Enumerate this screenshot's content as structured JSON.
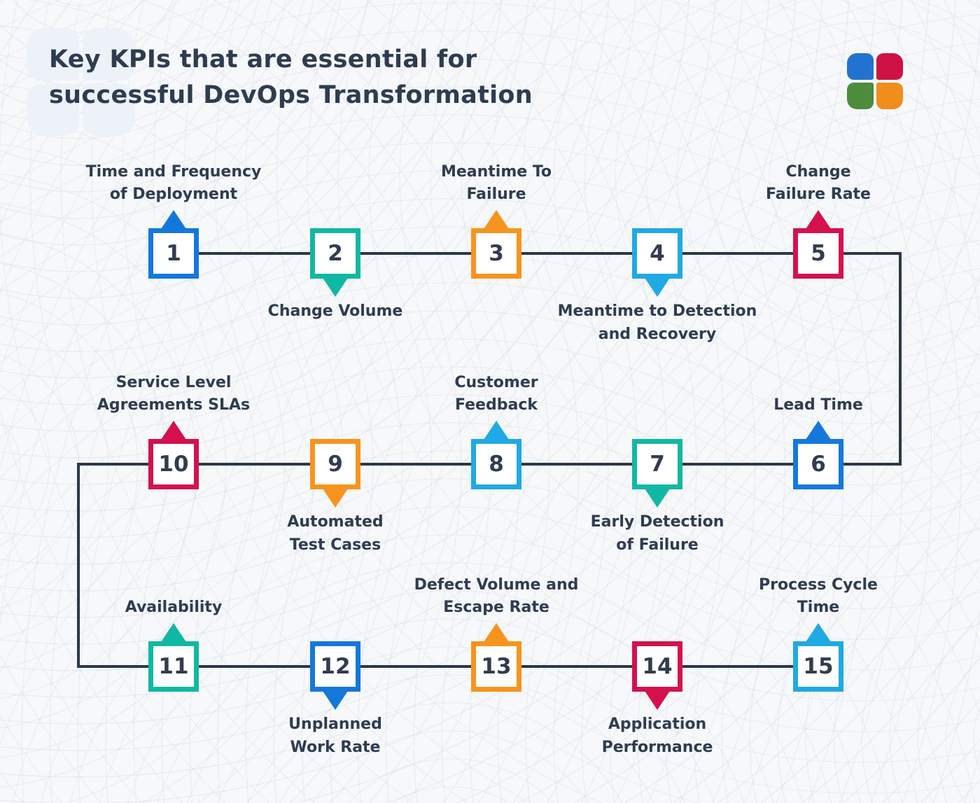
{
  "title": "Key KPIs that are essential for\nsuccessful DevOps Transformation",
  "palette": {
    "blue": "#1478db",
    "teal": "#10b8a3",
    "orange": "#f7941e",
    "cyan": "#20a9e4",
    "crimson": "#d4114d",
    "connector_line": "#2b3949",
    "text": "#2e3c50",
    "background": "#f7f8fa"
  },
  "logo": {
    "tiles": [
      {
        "name": "blue-tile",
        "color": "#2273d0"
      },
      {
        "name": "red-tile",
        "color": "#ce1245"
      },
      {
        "name": "green-tile",
        "color": "#4c8c3c"
      },
      {
        "name": "orange-tile",
        "color": "#ef8d1d"
      }
    ]
  },
  "nodes": [
    {
      "number": "1",
      "label": "Time and Frequency\nof Deployment",
      "color": "blue",
      "arrow": "up",
      "label_position": "above"
    },
    {
      "number": "2",
      "label": "Change Volume",
      "color": "teal",
      "arrow": "down",
      "label_position": "below"
    },
    {
      "number": "3",
      "label": "Meantime To\nFailure",
      "color": "orange",
      "arrow": "up",
      "label_position": "above"
    },
    {
      "number": "4",
      "label": "Meantime to Detection\nand Recovery",
      "color": "cyan",
      "arrow": "down",
      "label_position": "below"
    },
    {
      "number": "5",
      "label": "Change\nFailure Rate",
      "color": "crimson",
      "arrow": "up",
      "label_position": "above"
    },
    {
      "number": "6",
      "label": "Lead Time",
      "color": "blue",
      "arrow": "up",
      "label_position": "above"
    },
    {
      "number": "7",
      "label": "Early Detection\nof Failure",
      "color": "teal",
      "arrow": "down",
      "label_position": "below"
    },
    {
      "number": "8",
      "label": "Customer\nFeedback",
      "color": "cyan",
      "arrow": "up",
      "label_position": "above"
    },
    {
      "number": "9",
      "label": "Automated\nTest Cases",
      "color": "orange",
      "arrow": "down",
      "label_position": "below"
    },
    {
      "number": "10",
      "label": "Service Level\nAgreements SLAs",
      "color": "crimson",
      "arrow": "up",
      "label_position": "above"
    },
    {
      "number": "11",
      "label": "Availability",
      "color": "teal",
      "arrow": "up",
      "label_position": "above"
    },
    {
      "number": "12",
      "label": "Unplanned\nWork Rate",
      "color": "blue",
      "arrow": "down",
      "label_position": "below"
    },
    {
      "number": "13",
      "label": "Defect Volume and\nEscape Rate",
      "color": "orange",
      "arrow": "up",
      "label_position": "above"
    },
    {
      "number": "14",
      "label": "Application\nPerformance",
      "color": "crimson",
      "arrow": "down",
      "label_position": "below"
    },
    {
      "number": "15",
      "label": "Process Cycle\nTime",
      "color": "cyan",
      "arrow": "up",
      "label_position": "above"
    }
  ]
}
